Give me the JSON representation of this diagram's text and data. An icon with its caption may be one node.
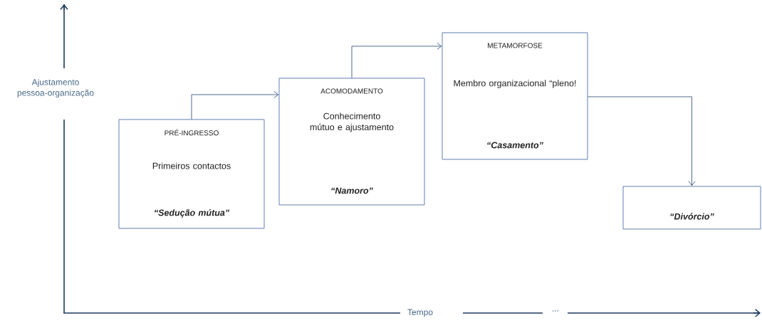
{
  "diagram": {
    "nodes": [
      {
        "text": [
          "PRÉ-INGRESSO",
          "Primeiros contactos",
          "“Sedução mútua”"
        ]
      },
      {
        "text": [
          "ACOMODAMENTO",
          "Conhecimento mútuo e ajustamento",
          "“Namoro”"
        ]
      },
      {
        "text": [
          "METAMORFOSE",
          "Membro organizacional “pleno!",
          "“Casamento”"
        ]
      },
      {
        "text": [
          "“Divórcio”"
        ]
      }
    ],
    "edges": [
      {
        "from": 0,
        "to": 1,
        "arrow": "to"
      },
      {
        "from": 1,
        "to": 2,
        "arrow": "to"
      },
      {
        "from": 2,
        "to": 3,
        "arrow": "to"
      }
    ],
    "labels": [
      "Ajustamento pessoa-organização",
      "Tempo",
      "..."
    ]
  }
}
